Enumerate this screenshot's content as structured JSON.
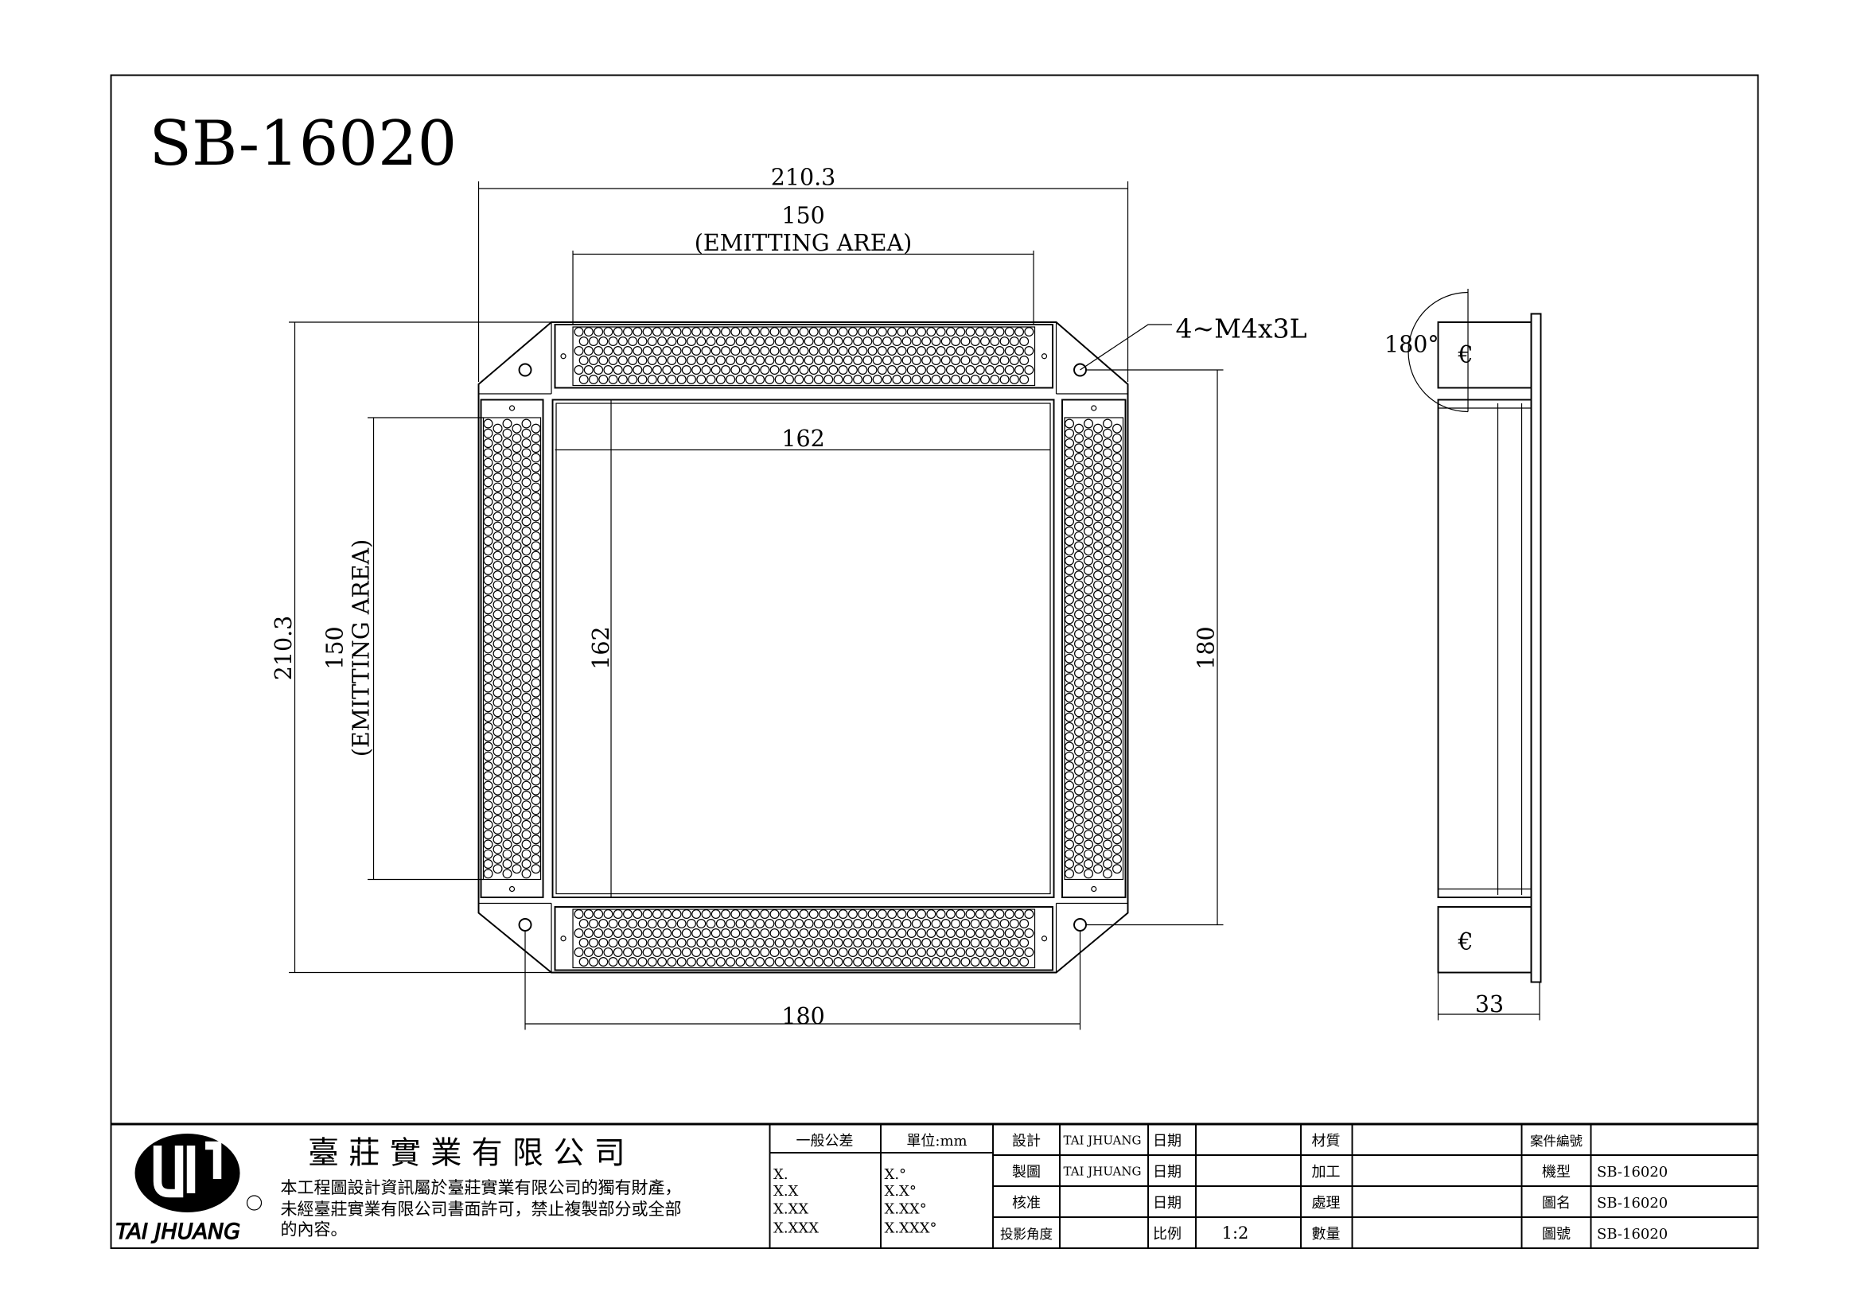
{
  "drawing": {
    "title": "SB-16020",
    "dimensions": {
      "top_overall": "210.3",
      "top_emitting": "150",
      "emitting_area": "(EMITTING AREA)",
      "inner_width": "162",
      "bottom_hole_spacing": "180",
      "left_overall": "210.3",
      "left_emitting": "150",
      "left_emitting_area": "(EMITTING AREA)",
      "inner_height": "162",
      "right_hole_spacing": "180",
      "screw_note": "4~M4x3L",
      "side_angle": "180°",
      "side_depth": "33"
    }
  },
  "title_block": {
    "company_name": "臺 莊 實 業 有 限 公 司",
    "logo_text": "TAI JHUANG",
    "notice_lines": [
      "本工程圖設計資訊屬於臺莊實業有限公司的獨有財產，",
      "未經臺莊實業有限公司書面許可，禁止複製部分或全部",
      "的內容。"
    ],
    "tolerance_header": "一般公差",
    "unit_header": "單位:mm",
    "tolerance_rows": [
      "X.",
      "X.X",
      "X.XX",
      "X.XXX"
    ],
    "angle_rows": [
      "X.°",
      "X.X°",
      "X.XX°",
      "X.XXX°"
    ],
    "design_label": "設計",
    "design_value": "TAI JHUANG",
    "drawn_label": "製圖",
    "drawn_value": "TAI JHUANG",
    "check_label": "核准",
    "check_value": "",
    "projection_label": "投影角度",
    "date_label_1": "日期",
    "date_label_2": "日期",
    "date_label_3": "日期",
    "scale_label": "比例",
    "scale_value": "1:2",
    "material_label": "材質",
    "process_label": "加工",
    "treatment_label": "處理",
    "quantity_label": "數量",
    "case_no_label": "案件編號",
    "case_no_value": "",
    "model_label": "機型",
    "model_value": "SB-16020",
    "drawing_name_label": "圖名",
    "drawing_name_value": "SB-16020",
    "drawing_no_label": "圖號",
    "drawing_no_value": "SB-16020"
  }
}
